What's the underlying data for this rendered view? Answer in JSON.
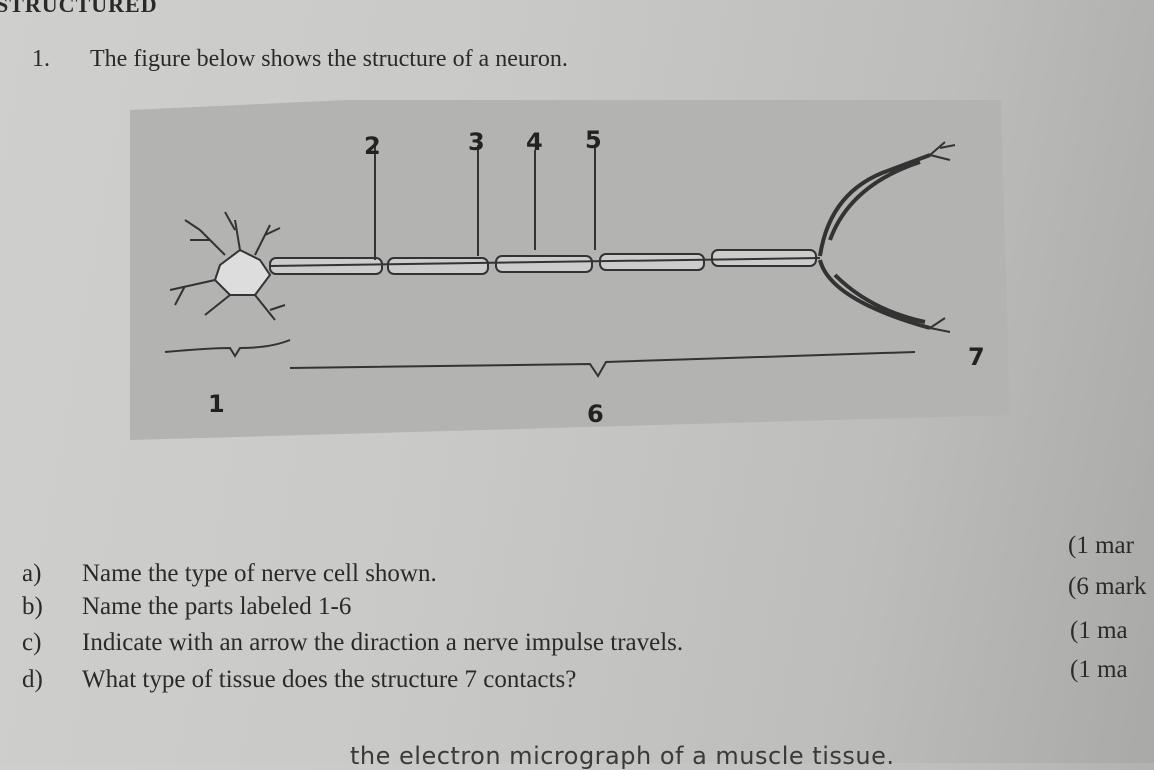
{
  "heading": "STRUCTURED",
  "question1": {
    "number": "1.",
    "text": "The figure below shows the structure of a neuron."
  },
  "figure": {
    "labels": [
      "1",
      "2",
      "3",
      "4",
      "5",
      "6",
      "7"
    ]
  },
  "sub_questions": [
    {
      "letter": "a)",
      "text": "Name the type of nerve cell shown.",
      "marks": "(1 mar"
    },
    {
      "letter": "b)",
      "text": "Name the parts labeled 1-6",
      "marks": "(6 mark"
    },
    {
      "letter": "c)",
      "text": "Indicate with an arrow the diraction a nerve impulse travels.",
      "marks": "(1 ma"
    },
    {
      "letter": "d)",
      "text": "What type of tissue does the structure 7 contacts?",
      "marks": "(1 ma"
    }
  ],
  "next_question_partial": "the electron micrograph of a muscle tissue."
}
